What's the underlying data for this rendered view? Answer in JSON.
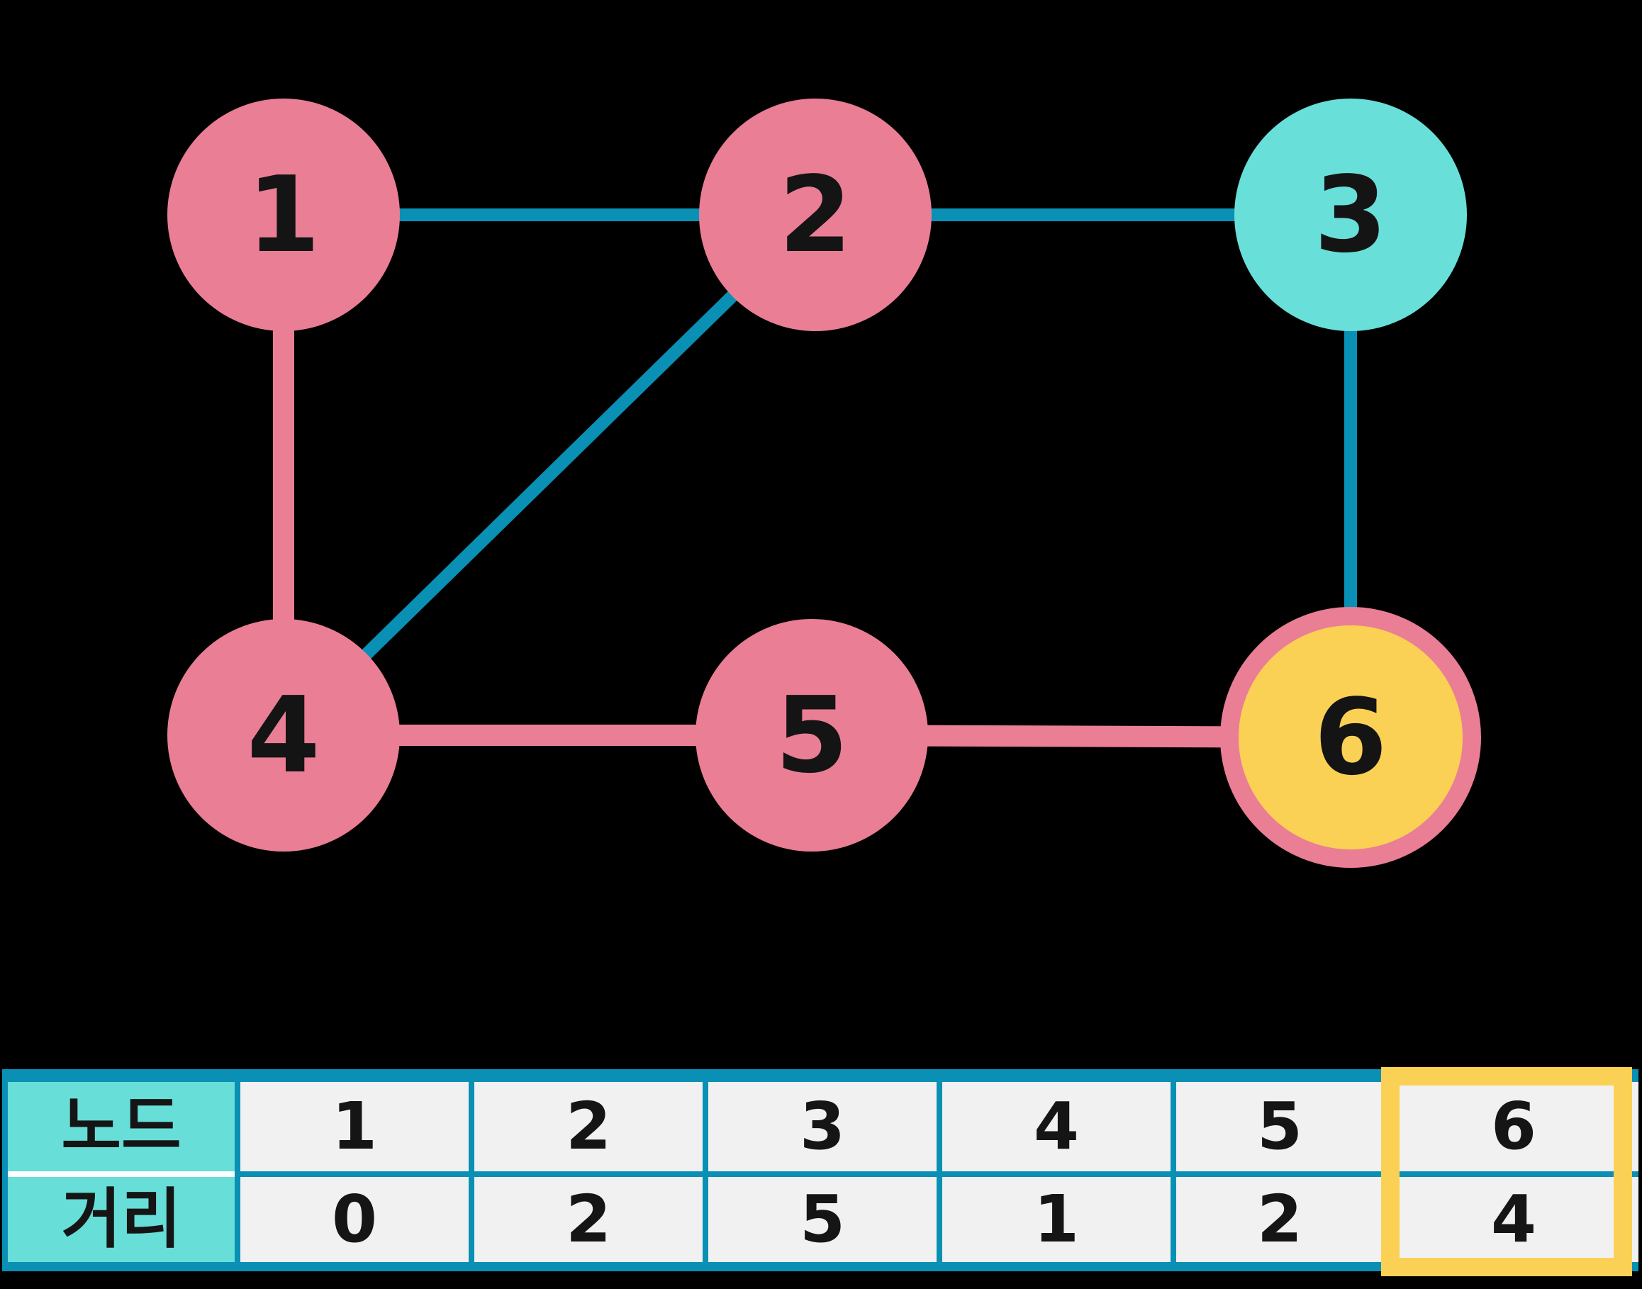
{
  "background_color": "#000000",
  "colors": {
    "node_pink": "#EA7E95",
    "node_teal": "#69DFD9",
    "node_goal_fill": "#FBD155",
    "node_goal_ring": "#EA7E95",
    "edge_teal": "#0990B4",
    "edge_pink": "#EA7E95",
    "table_border_teal": "#0990B4",
    "table_header_teal": "#67DED8",
    "table_cell_gray": "#F1F1F1",
    "highlight_yellow": "#FBD155",
    "text_black": "#151515"
  },
  "graph": {
    "nodes": [
      {
        "label": "1",
        "fill": "#EA7E95"
      },
      {
        "label": "2",
        "fill": "#EA7E95"
      },
      {
        "label": "3",
        "fill": "#69DFD9"
      },
      {
        "label": "4",
        "fill": "#EA7E95"
      },
      {
        "label": "5",
        "fill": "#EA7E95"
      },
      {
        "label": "6",
        "fill": "#FBD155",
        "ring": "#EA7E95"
      }
    ],
    "edges": [
      {
        "from": "1",
        "to": "2",
        "color": "#0990B4"
      },
      {
        "from": "2",
        "to": "3",
        "color": "#0990B4"
      },
      {
        "from": "2",
        "to": "4",
        "color": "#0990B4"
      },
      {
        "from": "3",
        "to": "6",
        "color": "#0990B4"
      },
      {
        "from": "1",
        "to": "4",
        "color": "#EA7E95"
      },
      {
        "from": "4",
        "to": "5",
        "color": "#EA7E95"
      },
      {
        "from": "5",
        "to": "6",
        "color": "#EA7E95"
      }
    ]
  },
  "table": {
    "row1_header": "노드",
    "row2_header": "거리",
    "node_values": [
      "1",
      "2",
      "3",
      "4",
      "5",
      "6"
    ],
    "dist_values": [
      "0",
      "2",
      "5",
      "1",
      "2",
      "4"
    ],
    "highlighted_column_node": "6"
  }
}
